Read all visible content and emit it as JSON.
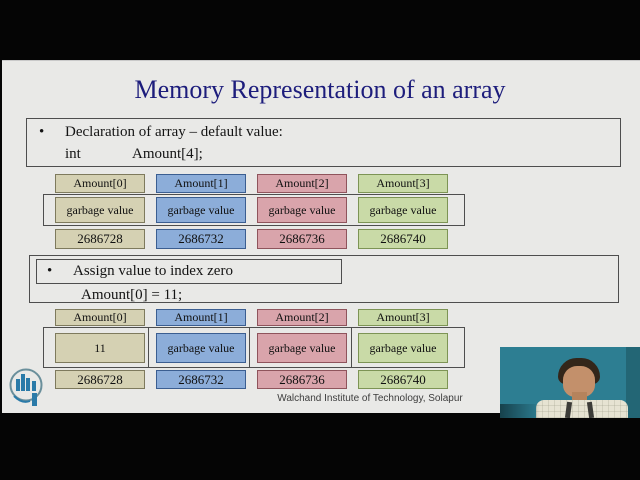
{
  "title": "Memory Representation of an array",
  "slide": {
    "section1": {
      "bullet_glyph": "•",
      "bullet": "Declaration of array – default value:",
      "code_keyword": "int",
      "code_decl": "Amount[4];"
    },
    "diagram1": {
      "headers": [
        "Amount[0]",
        "Amount[1]",
        "Amount[2]",
        "Amount[3]"
      ],
      "values": [
        "garbage value",
        "garbage value",
        "garbage value",
        "garbage value"
      ],
      "addresses": [
        "2686728",
        "2686732",
        "2686736",
        "2686740"
      ]
    },
    "section2": {
      "bullet_glyph": "•",
      "bullet": "Assign value to index zero",
      "code": "Amount[0] = 11;"
    },
    "diagram2": {
      "headers": [
        "Amount[0]",
        "Amount[1]",
        "Amount[2]",
        "Amount[3]"
      ],
      "values": [
        "11",
        "garbage value",
        "garbage value",
        "garbage value"
      ],
      "addresses": [
        "2686728",
        "2686732",
        "2686736",
        "2686740"
      ]
    },
    "footer": "Walchand Institute of Technology, Solapur"
  },
  "colors": {
    "title_text": "#1d1d7c",
    "slide_bg": "#e9e9e7",
    "column_tan": "#d5d1b3",
    "column_blue": "#8cadd9",
    "column_pink": "#d9a4ab",
    "column_green": "#c9daa7",
    "webcam_bg": "#2d7e92",
    "logo_blue": "#2a7aa8"
  },
  "icons": {
    "logo": "wit-institute-logo",
    "webcam": "presenter-webcam"
  }
}
